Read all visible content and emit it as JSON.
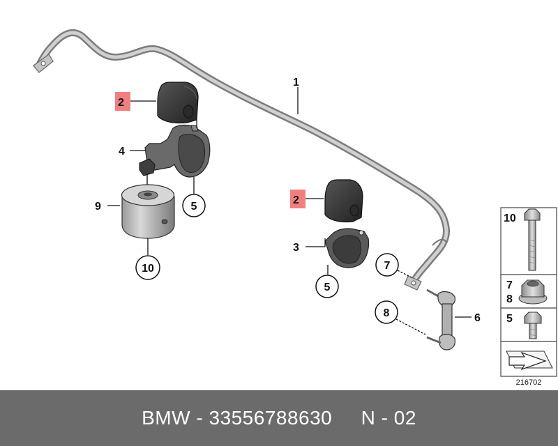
{
  "callouts": {
    "c1": "1",
    "c2a": "2",
    "c2b": "2",
    "c3": "3",
    "c4": "4",
    "c5a": "5",
    "c5b": "5",
    "c6": "6",
    "c7": "7",
    "c8": "8",
    "c9": "9",
    "c10": "10"
  },
  "legend": {
    "row1": "10",
    "row2a": "7",
    "row2b": "8",
    "row3": "5"
  },
  "diagram_id": "216702",
  "footer": {
    "brand": "BMW",
    "sep1": " - ",
    "part_number": "33556788630",
    "gap": "     ",
    "code": "N - 02"
  },
  "colors": {
    "highlight": "#f08080",
    "footer_bg": "#6b6b6b",
    "rubber": "#3a3a3a",
    "bar": "#b8b8b8"
  }
}
